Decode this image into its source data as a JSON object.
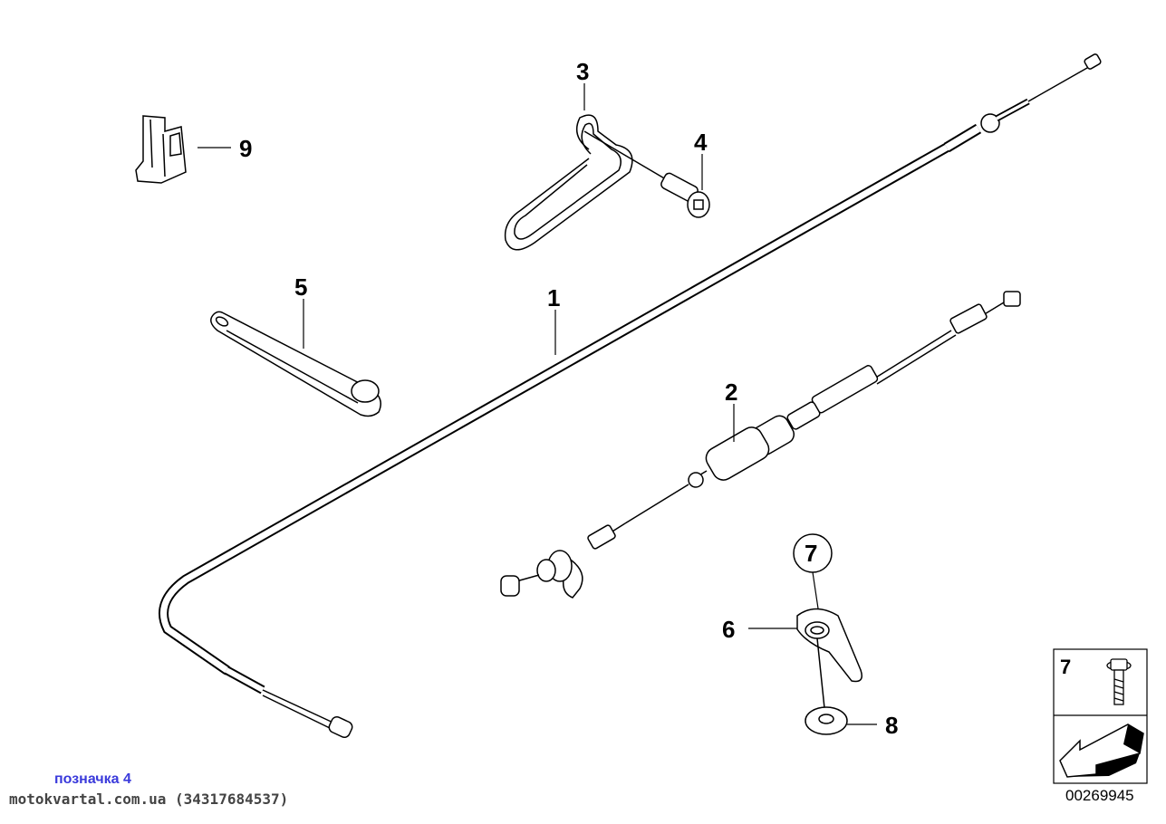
{
  "diagram": {
    "labels": {
      "part_1": "1",
      "part_2": "2",
      "part_3": "3",
      "part_4": "4",
      "part_5": "5",
      "part_6": "6",
      "part_7": "7",
      "part_8": "8",
      "part_9": "9",
      "legend_7": "7"
    },
    "note": "позначка 4",
    "watermark": "motokvartal.com.ua (34317684537)",
    "diagram_number": "00269945"
  }
}
